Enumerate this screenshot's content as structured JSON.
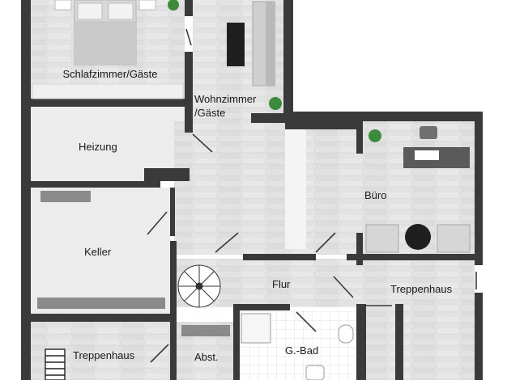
{
  "colors": {
    "wall": "#3a3a3a",
    "floor_wood": "#e4e4e4",
    "floor_light": "#efefef",
    "tile": "#ffffff",
    "furniture": "#cfcfcf",
    "plant": "#3c8a3c"
  },
  "rooms": {
    "schlafzimmer": "Schlafzimmer/Gäste",
    "wohnzimmer_line1": "Wohnzimmer",
    "wohnzimmer_line2": "/Gäste",
    "heizung": "Heizung",
    "buero": "Büro",
    "keller": "Keller",
    "flur": "Flur",
    "treppenhaus_right": "Treppenhaus",
    "treppenhaus_left": "Treppenhaus",
    "abst": "Abst.",
    "gbad": "G.-Bad"
  },
  "icons": [
    "bed-icon",
    "sofa-icon",
    "plant-icon",
    "desk-icon",
    "armchair-icon",
    "spiral-stair-icon",
    "shower-icon",
    "toilet-icon",
    "sink-icon",
    "stair-icon"
  ]
}
